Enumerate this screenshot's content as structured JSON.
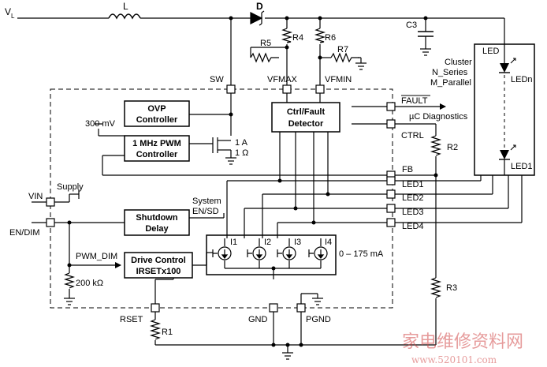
{
  "labels": {
    "vl": "V",
    "vl_sub": "L",
    "inductor": "L",
    "diode": "D",
    "c3": "C3",
    "r4": "R4",
    "r5": "R5",
    "r6": "R6",
    "r7": "R7",
    "sw": "SW",
    "vfmax": "VFMAX",
    "vfmin": "VFMIN",
    "fault": "FAULT",
    "uc_diag": "µC Diagnostics",
    "ctrl": "CTRL",
    "r2": "R2",
    "fb": "FB",
    "led1_pin": "LED1",
    "led2_pin": "LED2",
    "led3_pin": "LED3",
    "led4_pin": "LED4",
    "supply": "Supply",
    "vin": "VIN",
    "en_dim": "EN/DIM",
    "system_en": "System",
    "system_en2": "EN/SD",
    "pwm_dim": "PWM_DIM",
    "r200k": "200 kΩ",
    "ref300": "300 mV",
    "sw_1a": "1 A",
    "sw_1ohm": "1 Ω",
    "i1": "I1",
    "i2": "I2",
    "i3": "I3",
    "i4": "I4",
    "current_range": "0 – 175 mA",
    "r3": "R3",
    "rset": "RSET",
    "r1": "R1",
    "gnd": "GND",
    "pgnd": "PGND"
  },
  "blocks": {
    "ovp_l1": "OVP",
    "ovp_l2": "Controller",
    "pwm_l1": "1 MHz PWM",
    "pwm_l2": "Controller",
    "ctrl_l1": "Ctrl/Fault",
    "ctrl_l2": "Detector",
    "shut_l1": "Shutdown",
    "shut_l2": "Delay",
    "drive_l1": "Drive Control",
    "drive_l2": "IRSETx100"
  },
  "led_cluster": {
    "l1": "LED",
    "l2": "Cluster",
    "l3": "N_Series",
    "l4": "M_Parallel",
    "ledn": "LEDn",
    "led1": "LED1"
  },
  "watermark": {
    "cn": "家电维修资料网",
    "url": "www.520101.com"
  },
  "colors": {
    "line": "#000000",
    "watermark": "#d24a4a"
  }
}
